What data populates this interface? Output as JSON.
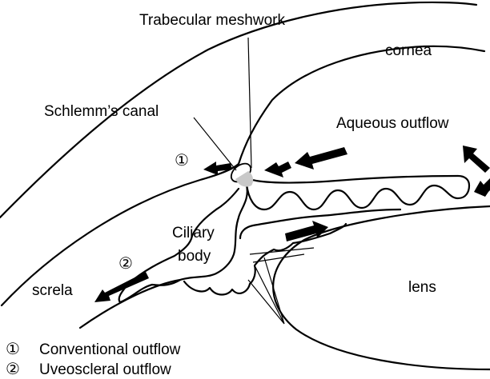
{
  "labels": {
    "trabecular_meshwork": "Trabecular meshwork",
    "cornea": "cornea",
    "schlemms_canal": "Schlemm’s canal",
    "aqueous_outflow": "Aqueous outflow",
    "ciliary_body_1": "Ciliary",
    "ciliary_body_2": "body",
    "screla": "screla",
    "lens": "lens"
  },
  "markers": {
    "one": "①",
    "two": "②"
  },
  "legend": [
    {
      "marker": "①",
      "text": "Conventional outflow"
    },
    {
      "marker": "②",
      "text": "Uveoscleral outflow"
    }
  ],
  "colors": {
    "stroke": "#000000",
    "meshwork_fill": "#c8c8c8"
  }
}
